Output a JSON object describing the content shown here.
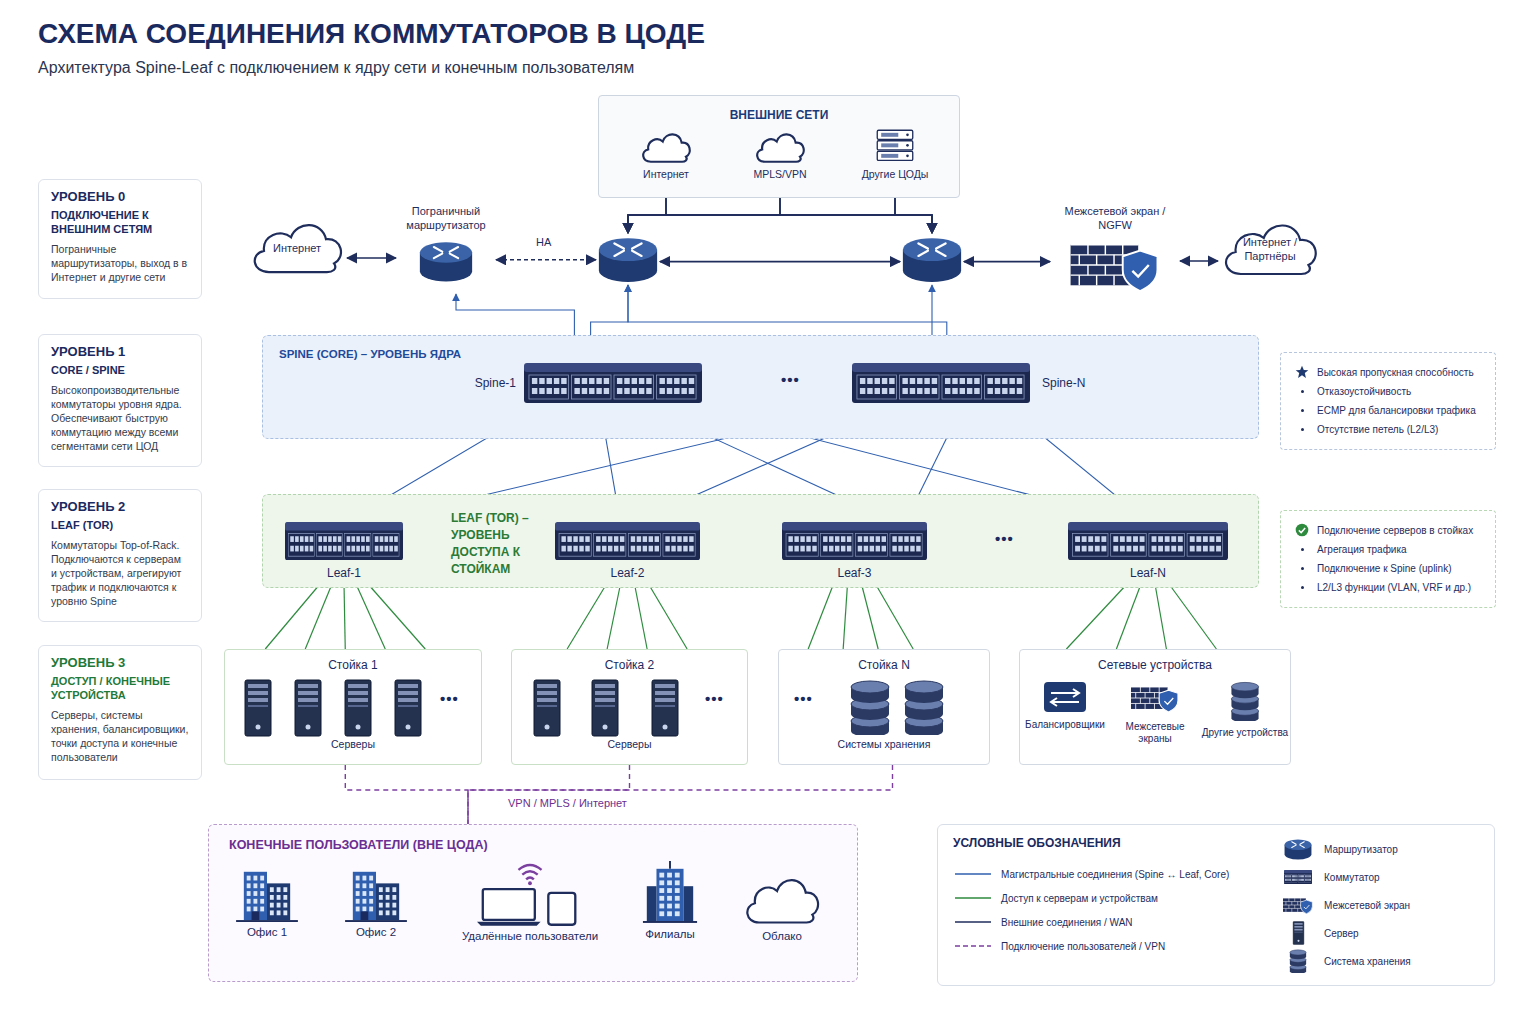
{
  "diagram": {
    "title": "СХЕМА СОЕДИНЕНИЯ КОММУТАТОРОВ В ЦОДЕ",
    "caption": "Архитектура Spine-Leaf с подключением к ядру сети и конечным пользователям",
    "nodes": [
      {
        "text": [
          "УРОВЕНЬ 0",
          "ПОДКЛЮЧЕНИЕ К ВНЕШНИМ СЕТЯМ",
          "Пограничные маршрутизаторы, выход в в Интернет и другие сети"
        ]
      },
      {
        "text": [
          "УРОВЕНЬ 1",
          "CORE / SPINE",
          "Высокопроизводительные коммутаторы уровня ядра. Обеспечивают быструю коммутацию между всеми сегментами сети ЦОД"
        ]
      },
      {
        "text": [
          "УРОВЕНЬ 2",
          "LEAF (TOR)",
          "Коммутаторы Top-of-Rack. Подключаются к серверам и устройствам, агрегируют трафик и подключаются к уровню Spine"
        ]
      },
      {
        "text": [
          "УРОВЕНЬ 3",
          "ДОСТУП / КОНЕЧНЫЕ УСТРОЙСТВА",
          "Серверы, системы хранения, балансировщики, точки доступа и конечные пользователи"
        ]
      },
      {
        "text": [
          "ВНЕШНИЕ СЕТИ"
        ]
      },
      {
        "text": [
          "Интернет"
        ],
        "in": 4
      },
      {
        "text": [
          "MPLS/VPN"
        ],
        "in": 4
      },
      {
        "text": [
          "Другие ЦОДы"
        ],
        "in": 4
      },
      {
        "text": [
          "Интернет"
        ]
      },
      {
        "text": [
          "Пограничный маршрутизатор"
        ]
      },
      {
        "text": []
      },
      {
        "text": []
      },
      {
        "text": [
          "Межсетевой экран / NGFW"
        ]
      },
      {
        "text": [
          "Интернет / Партнёры"
        ]
      },
      {
        "text": [
          "SPINE (CORE) – УРОВЕНЬ ЯДРА"
        ]
      },
      {
        "text": [
          "Spine-1"
        ],
        "in": 14
      },
      {
        "text": [
          "Spine-N"
        ],
        "in": 14
      },
      {
        "text": [
          "Высокая пропускная способность",
          "Отказоустойчивость",
          "ECMP для балансировки трафика",
          "Отсутствие петель (L2/L3)"
        ]
      },
      {
        "text": [
          "LEAF (TOR) – УРОВЕНЬ ДОСТУПА К СТОЙКАМ"
        ]
      },
      {
        "text": [
          "Leaf-1"
        ],
        "in": 18
      },
      {
        "text": [
          "Leaf-2"
        ],
        "in": 18
      },
      {
        "text": [
          "Leaf-3"
        ],
        "in": 18
      },
      {
        "text": [
          "Leaf-N"
        ],
        "in": 18
      },
      {
        "text": [
          "Подключение серверов в стойках",
          "Агрегация трафика",
          "Подключение к Spine (uplink)",
          "L2/L3 функции (VLAN, VRF и др.)"
        ]
      },
      {
        "text": [
          "Стойка 1",
          "Серверы"
        ]
      },
      {
        "text": [
          "Стойка 2",
          "Серверы"
        ]
      },
      {
        "text": [
          "Стойка N",
          "Системы хранения"
        ]
      },
      {
        "text": [
          "Сетевые устройства",
          "Балансировщики",
          "Межсетевые экраны",
          "Другие устройства"
        ]
      },
      {
        "text": [
          "КОНЕЧНЫЕ ПОЛЬЗОВАТЕЛИ (ВНЕ ЦОДА)"
        ]
      },
      {
        "text": [
          "Офис 1"
        ],
        "in": 28
      },
      {
        "text": [
          "Офис 2"
        ],
        "in": 28
      },
      {
        "text": [
          "Удалённые пользователи"
        ],
        "in": 28
      },
      {
        "text": [
          "Филиалы"
        ],
        "in": 28
      },
      {
        "text": [
          "Облако"
        ],
        "in": 28
      }
    ],
    "edges": [
      {
        "from": 8,
        "to": 9,
        "arrow": "both"
      },
      {
        "from": 9,
        "to": 10,
        "label": "HA",
        "arrow": "both"
      },
      {
        "from": 10,
        "to": 11,
        "arrow": "both"
      },
      {
        "from": 11,
        "to": 12,
        "arrow": "both"
      },
      {
        "from": 12,
        "to": 13,
        "arrow": "both"
      },
      {
        "from": 5,
        "to": 10,
        "arrow": "to"
      },
      {
        "from": 5,
        "to": 11,
        "arrow": "to"
      },
      {
        "from": 6,
        "to": 10,
        "arrow": "to"
      },
      {
        "from": 6,
        "to": 11,
        "arrow": "to"
      },
      {
        "from": 7,
        "to": 10,
        "arrow": "to"
      },
      {
        "from": 7,
        "to": 11,
        "arrow": "to"
      },
      {
        "from": 9,
        "to": 15,
        "arrow": "both"
      },
      {
        "from": 10,
        "to": 15,
        "arrow": "both"
      },
      {
        "from": 10,
        "to": 16,
        "arrow": "both"
      },
      {
        "from": 11,
        "to": 16,
        "arrow": "both"
      },
      {
        "from": 15,
        "to": 19,
        "arrow": "to"
      },
      {
        "from": 15,
        "to": 20,
        "arrow": "to"
      },
      {
        "from": 15,
        "to": 21,
        "arrow": "to"
      },
      {
        "from": 15,
        "to": 22,
        "arrow": "to"
      },
      {
        "from": 16,
        "to": 19,
        "arrow": "to"
      },
      {
        "from": 16,
        "to": 20,
        "arrow": "to"
      },
      {
        "from": 16,
        "to": 21,
        "arrow": "to"
      },
      {
        "from": 16,
        "to": 22,
        "arrow": "to"
      },
      {
        "from": 19,
        "to": 24,
        "arrow": "none"
      },
      {
        "from": 20,
        "to": 25,
        "arrow": "none"
      },
      {
        "from": 21,
        "to": 26,
        "arrow": "none"
      },
      {
        "from": 22,
        "to": 27,
        "arrow": "none"
      },
      {
        "from": 24,
        "to": 28,
        "label": "VPN / MPLS / Интернет",
        "arrow": "none"
      },
      {
        "from": 25,
        "to": 28,
        "arrow": "none"
      },
      {
        "from": 26,
        "to": 28,
        "arrow": "none"
      }
    ],
    "labels": [
      "•••",
      "•••",
      "•••",
      "•••",
      "•••",
      "УСЛОВНЫЕ ОБОЗНАЧЕНИЯ"
    ],
    "legend": [
      {
        "text": "Магистральные соединения (Spine ↔ Leaf, Core)"
      },
      {
        "text": "Доступ к серверам и устройствам"
      },
      {
        "text": "Внешние соединения / WAN"
      },
      {
        "text": "Подключение пользователей / VPN"
      },
      {
        "text": "Маршрутизатор"
      },
      {
        "text": "Коммутатор"
      },
      {
        "text": "Межсетевой экран"
      },
      {
        "text": "Сервер"
      },
      {
        "text": "Система хранения"
      }
    ]
  }
}
